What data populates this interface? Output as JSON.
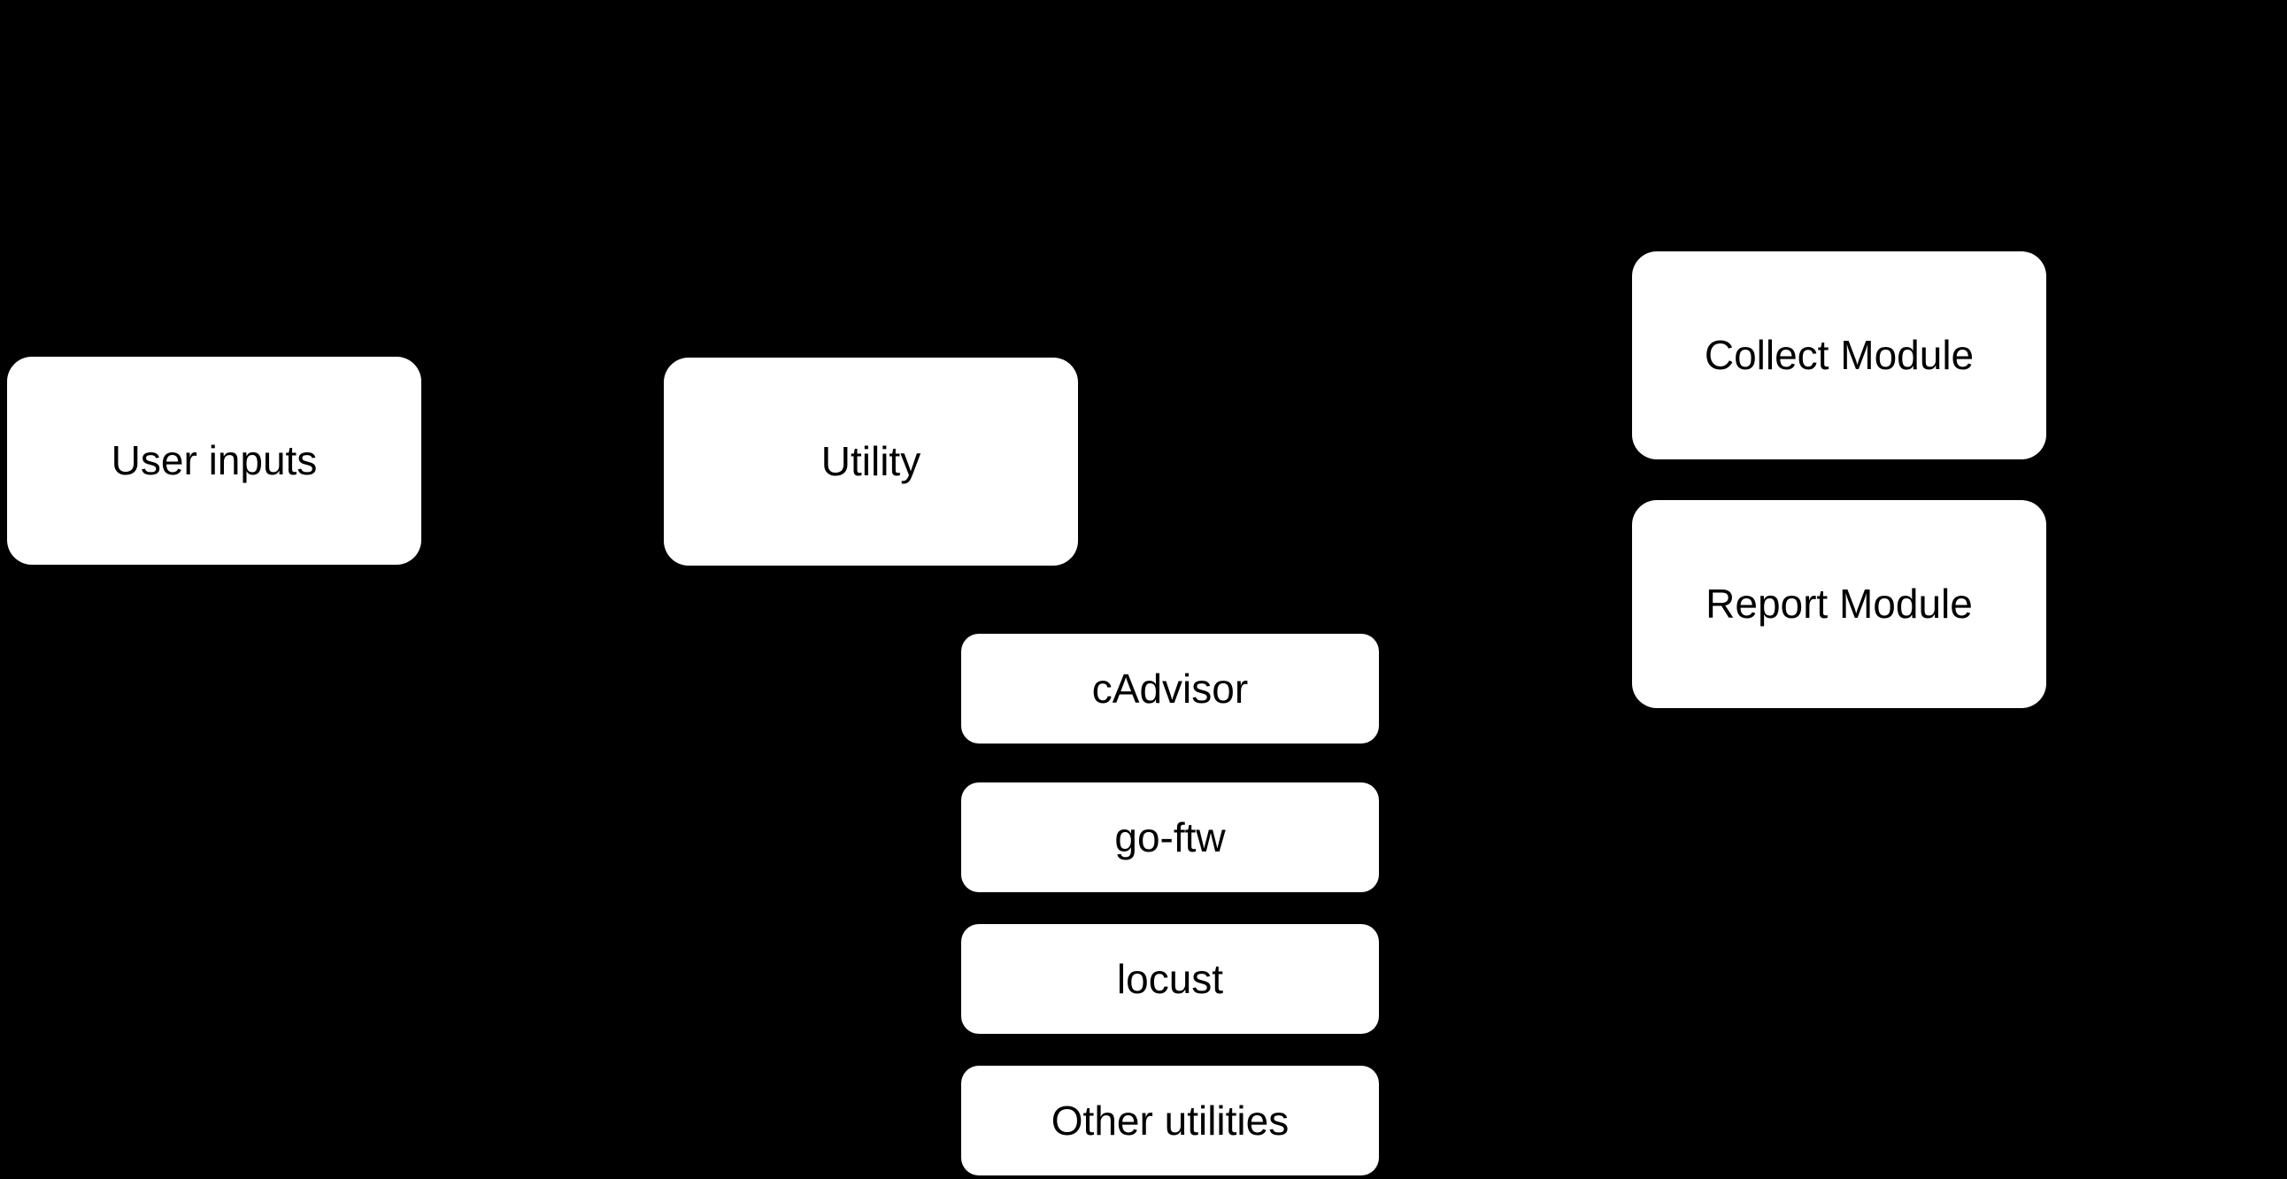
{
  "canvas": {
    "background_color": "#000000",
    "node_fill_color": "#ffffff",
    "node_text_color": "#000000"
  },
  "diagram": {
    "nodes": [
      {
        "id": "user-inputs",
        "label": "User inputs"
      },
      {
        "id": "utility",
        "label": "Utility"
      },
      {
        "id": "cadvisor",
        "label": "cAdvisor"
      },
      {
        "id": "go-ftw",
        "label": "go-ftw"
      },
      {
        "id": "locust",
        "label": "locust"
      },
      {
        "id": "other-utilities",
        "label": "Other utilities"
      },
      {
        "id": "collect-module",
        "label": "Collect Module"
      },
      {
        "id": "report-module",
        "label": "Report Module"
      }
    ]
  }
}
